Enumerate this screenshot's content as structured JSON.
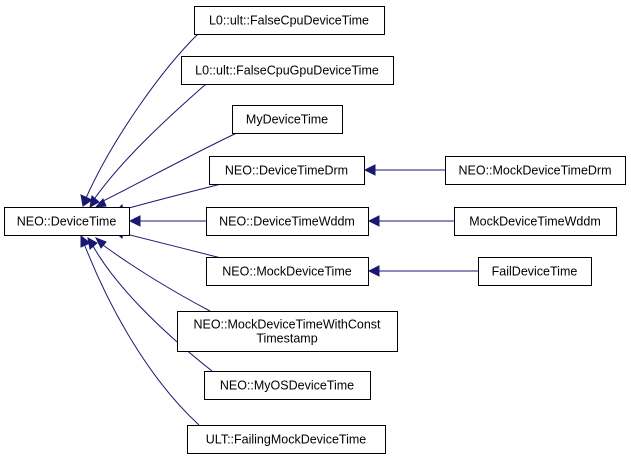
{
  "diagram": {
    "type": "class-inheritance-graph",
    "edge_color": "#191970",
    "nodes": [
      {
        "id": "device_time",
        "label": [
          "NEO::DeviceTime"
        ]
      },
      {
        "id": "false_cpu",
        "label": [
          "L0::ult::FalseCpuDeviceTime"
        ]
      },
      {
        "id": "false_cpu_gpu",
        "label": [
          "L0::ult::FalseCpuGpuDeviceTime"
        ]
      },
      {
        "id": "my_device_time",
        "label": [
          "MyDeviceTime"
        ]
      },
      {
        "id": "device_time_drm",
        "label": [
          "NEO::DeviceTimeDrm"
        ]
      },
      {
        "id": "mock_device_time_drm",
        "label": [
          "NEO::MockDeviceTimeDrm"
        ]
      },
      {
        "id": "device_time_wddm",
        "label": [
          "NEO::DeviceTimeWddm"
        ]
      },
      {
        "id": "mock_device_time_wddm",
        "label": [
          "MockDeviceTimeWddm"
        ]
      },
      {
        "id": "mock_device_time",
        "label": [
          "NEO::MockDeviceTime"
        ]
      },
      {
        "id": "fail_device_time",
        "label": [
          "FailDeviceTime"
        ]
      },
      {
        "id": "mock_const_ts",
        "label": [
          "NEO::MockDeviceTimeWithConst",
          "Timestamp"
        ]
      },
      {
        "id": "my_os_device_time",
        "label": [
          "NEO::MyOSDeviceTime"
        ]
      },
      {
        "id": "failing_mock",
        "label": [
          "ULT::FailingMockDeviceTime"
        ]
      }
    ],
    "edges": [
      {
        "from": "false_cpu",
        "to": "device_time"
      },
      {
        "from": "false_cpu_gpu",
        "to": "device_time"
      },
      {
        "from": "my_device_time",
        "to": "device_time"
      },
      {
        "from": "device_time_drm",
        "to": "device_time"
      },
      {
        "from": "device_time_wddm",
        "to": "device_time"
      },
      {
        "from": "mock_device_time",
        "to": "device_time"
      },
      {
        "from": "mock_const_ts",
        "to": "device_time"
      },
      {
        "from": "my_os_device_time",
        "to": "device_time"
      },
      {
        "from": "failing_mock",
        "to": "device_time"
      },
      {
        "from": "mock_device_time_drm",
        "to": "device_time_drm"
      },
      {
        "from": "mock_device_time_wddm",
        "to": "device_time_wddm"
      },
      {
        "from": "fail_device_time",
        "to": "mock_device_time"
      }
    ]
  }
}
